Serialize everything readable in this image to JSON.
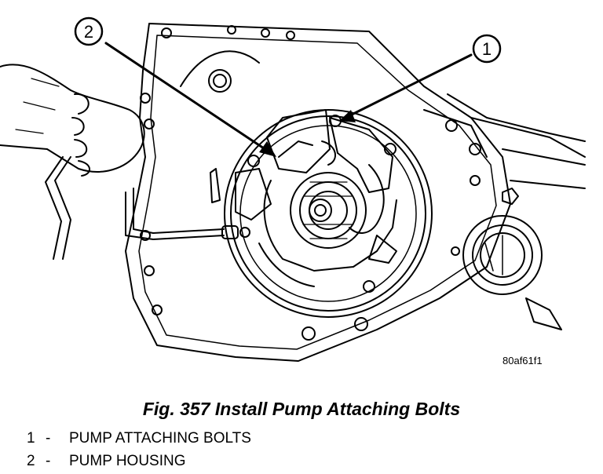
{
  "figure": {
    "image_code": "80af61f1",
    "caption": "Fig. 357 Install Pump Attaching Bolts",
    "callouts": [
      "1",
      "2"
    ],
    "legend": [
      {
        "num": "1",
        "sep": "-",
        "text": "PUMP ATTACHING BOLTS"
      },
      {
        "num": "2",
        "sep": "-",
        "text": "PUMP HOUSING"
      }
    ]
  },
  "colors": {
    "ink": "#000000",
    "paper": "#ffffff"
  }
}
